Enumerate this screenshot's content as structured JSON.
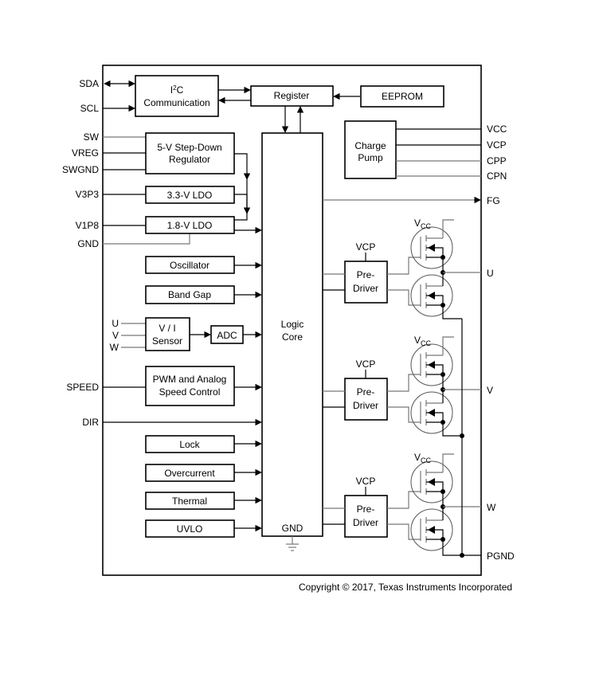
{
  "pins_left": {
    "sda": "SDA",
    "scl": "SCL",
    "sw": "SW",
    "vreg": "VREG",
    "swgnd": "SWGND",
    "v3p3": "V3P3",
    "v1p8": "V1P8",
    "gnd": "GND",
    "u": "U",
    "v": "V",
    "w": "W",
    "speed": "SPEED",
    "dir": "DIR"
  },
  "pins_right": {
    "vcc": "VCC",
    "vcp": "VCP",
    "cpp": "CPP",
    "cpn": "CPN",
    "fg": "FG",
    "u": "U",
    "v": "V",
    "w": "W",
    "pgnd": "PGND"
  },
  "blocks": {
    "i2c": {
      "line1_prefix": "I",
      "line1_sup": "2",
      "line1_suffix": "C",
      "line2": "Communication"
    },
    "register": "Register",
    "eeprom": "EEPROM",
    "stepdown": {
      "line1": "5-V Step-Down",
      "line2": "Regulator"
    },
    "ldo33": "3.3-V LDO",
    "ldo18": "1.8-V LDO",
    "oscillator": "Oscillator",
    "bandgap": "Band Gap",
    "vi_sensor": {
      "line1": "V / I",
      "line2": "Sensor"
    },
    "adc": "ADC",
    "pwm": {
      "line1": "PWM and Analog",
      "line2": "Speed Control"
    },
    "lock": "Lock",
    "overcurrent": "Overcurrent",
    "thermal": "Thermal",
    "uvlo": "UVLO",
    "logic": {
      "line1": "Logic",
      "line2": "Core",
      "gnd": "GND"
    },
    "charge_pump": {
      "line1": "Charge",
      "line2": "Pump"
    },
    "predriver": {
      "line1": "Pre-",
      "line2": "Driver",
      "supply": "VCP"
    },
    "fet_supply": {
      "main": "V",
      "sub": "CC"
    }
  },
  "copyright": "Copyright © 2017, Texas Instruments Incorporated"
}
